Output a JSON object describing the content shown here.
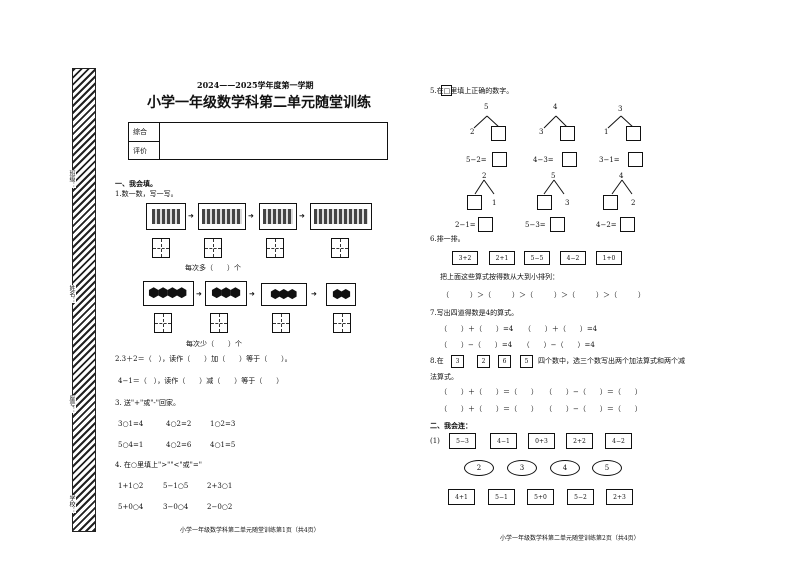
{
  "header": {
    "year": "2024——2025学年度第一学期",
    "title": "小学一年级数学科第二单元随堂训练",
    "eval_label_1": "综合",
    "eval_label_2": "评价"
  },
  "binder": {
    "labels": [
      "班级：",
      "姓名：",
      "座号：",
      "学校："
    ]
  },
  "left": {
    "section1": "一、我会填。",
    "q1": "1.数一数，写一写。",
    "row1_caption": "每次多（　　）个",
    "row2_caption": "每次少（　　）个",
    "q2a": "2.3＋2＝（　），读作（　　）加（　　）等于（　　）。",
    "q2b": "4−1＝（　），读作（　　）减（　　）等于（　　）",
    "q3": "3. 送\"+\"或\"-\"回家。",
    "q3_items": [
      "3○1=4",
      "4○2=2",
      "1○2=3",
      "5○4=1",
      "4○2=6",
      "4○1=5"
    ],
    "q4": "4. 在○里填上\">\"\"<\"或\"=\"",
    "q4_items": [
      "1+1○2",
      "5−1○5",
      "2+3○1",
      "5+0○4",
      "3−0○4",
      "2−0○2"
    ],
    "footer": "小学一年级数学科第二单元随堂训练第1页（共4页）"
  },
  "right": {
    "q5": "5.在□里填上正确的数字。",
    "q5_top_nums": [
      "5",
      "4",
      "3"
    ],
    "q5_left_nums": [
      "2",
      "3",
      "1"
    ],
    "q5_eqs": [
      "5−2=",
      "4−3=",
      "3−1="
    ],
    "q5_b_top": [
      "2",
      "5",
      "4"
    ],
    "q5_b_right": [
      "1",
      "3",
      "2"
    ],
    "q5_b_eqs": [
      "2−1=",
      "5−3=",
      "4−2="
    ],
    "q6": "6.排一排。",
    "q6_cards": [
      "3+2",
      "2+1",
      "5−5",
      "4−2",
      "1+0"
    ],
    "q6_instr": "把上面这些算式按得数从大到小排列：",
    "q6_order": "（　　　）＞（　　　）＞（　　　）＞（　　　）＞（　　　）",
    "q7": "7.写出四道得数是4的算式。",
    "q7_lines": [
      "（　　）＋（　　）=4　　（　　）＋（　　）=4",
      "（　　）−（　　）=4　　（　　）−（　　）=4"
    ],
    "q8_prefix": "8.在",
    "q8_nums": [
      "3",
      "2",
      "6",
      "5"
    ],
    "q8_suffix": "四个数中，选三个数写出两个加法算式和两个减",
    "q8_line2": "法算式。",
    "q8_lines": [
      "（　　）＋（　　）＝（　　）　　（　　）−（　　）＝（　　）",
      "（　　）＋（　　）＝（　　）　　（　　）−（　　）＝（　　）"
    ],
    "section2": "二、我会连：",
    "q1_label": "(1)",
    "link_top": [
      "5−3",
      "4−1",
      "0+3",
      "2+2",
      "4−2"
    ],
    "link_mid": [
      "2",
      "3",
      "4",
      "5"
    ],
    "link_bot": [
      "4+1",
      "5−1",
      "5+0",
      "5−2",
      "2+3"
    ],
    "footer": "小学一年级数学科第二单元随堂训练第2页（共4页）"
  }
}
